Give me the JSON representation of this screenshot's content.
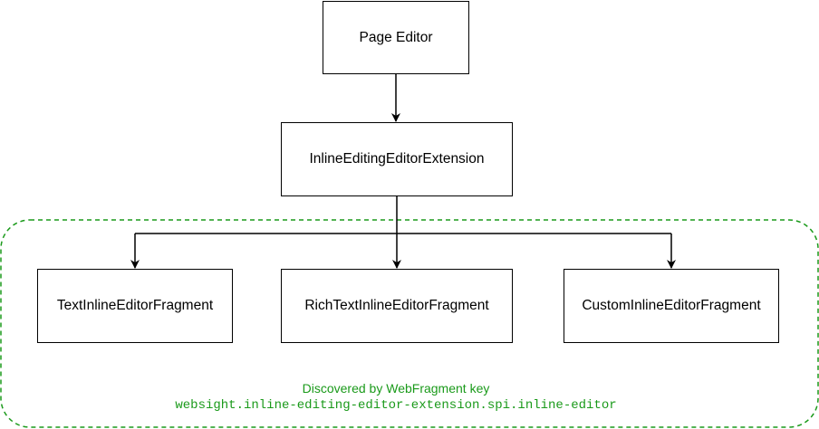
{
  "nodes": {
    "page_editor": "Page Editor",
    "extension": "InlineEditingEditorExtension",
    "text_fragment": "TextInlineEditorFragment",
    "richtext_fragment": "RichTextInlineEditorFragment",
    "custom_fragment": "CustomInlineEditorFragment"
  },
  "group": {
    "title": "Discovered by WebFragment key",
    "key": "websight.inline-editing-editor-extension.spi.inline-editor"
  },
  "colors": {
    "node_border": "#000000",
    "edge": "#000000",
    "group_border": "#1a9a1a",
    "group_text": "#1a9a1a"
  }
}
